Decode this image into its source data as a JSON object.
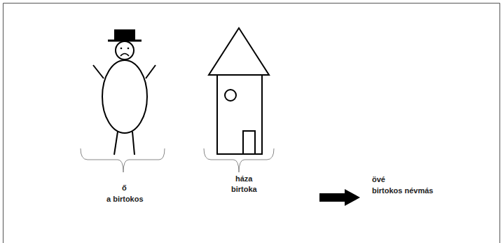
{
  "diagram": {
    "labels": [
      "ő",
      "a birtokos",
      "háza",
      "birtoka",
      "övé",
      "birtokos névmás"
    ]
  }
}
